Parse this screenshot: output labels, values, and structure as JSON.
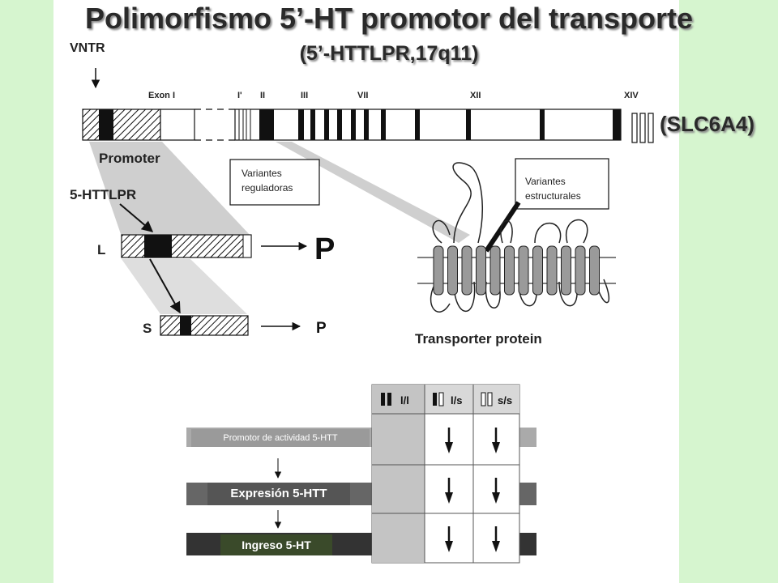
{
  "title": {
    "main": "Polimorfismo 5’-HT promotor del transporte",
    "sub": "(5’-HTTLPR,17q11)"
  },
  "gene": {
    "symbol": "(SLC6A4)",
    "vntr_label": "VNTR",
    "exon_labels": [
      "Exon I",
      "I'",
      "II",
      "III",
      "VII",
      "XII",
      "XIV"
    ],
    "promoter_label": "Promoter",
    "lpr_label": "5-HTTLPR"
  },
  "alleles": {
    "long": {
      "label": "L",
      "product": "P"
    },
    "short": {
      "label": "S",
      "product": "P"
    }
  },
  "boxes": {
    "regulatory": [
      "Variantes",
      "reguladoras"
    ],
    "structural": [
      "Variantes",
      "estructurales"
    ]
  },
  "protein": {
    "label": "Transporter protein"
  },
  "table": {
    "genotypes": [
      "l/l",
      "l/s",
      "s/s"
    ],
    "rows": [
      {
        "label": "Promotor de actividad 5-HTT",
        "effects": [
          "",
          "down",
          "down"
        ]
      },
      {
        "label": "Expresión 5-HTT",
        "effects": [
          "",
          "down",
          "down"
        ]
      },
      {
        "label": "Ingreso 5-HT",
        "effects": [
          "",
          "down",
          "down"
        ]
      }
    ]
  },
  "colors": {
    "background": "#d6f5cf",
    "panel": "#ffffff",
    "row1_bar": "#aaaaaa",
    "row2_bar": "#666666",
    "row3_bar": "#333333",
    "ll_column": "#c4c4c4",
    "grid_cell": "#d8d8d8"
  }
}
